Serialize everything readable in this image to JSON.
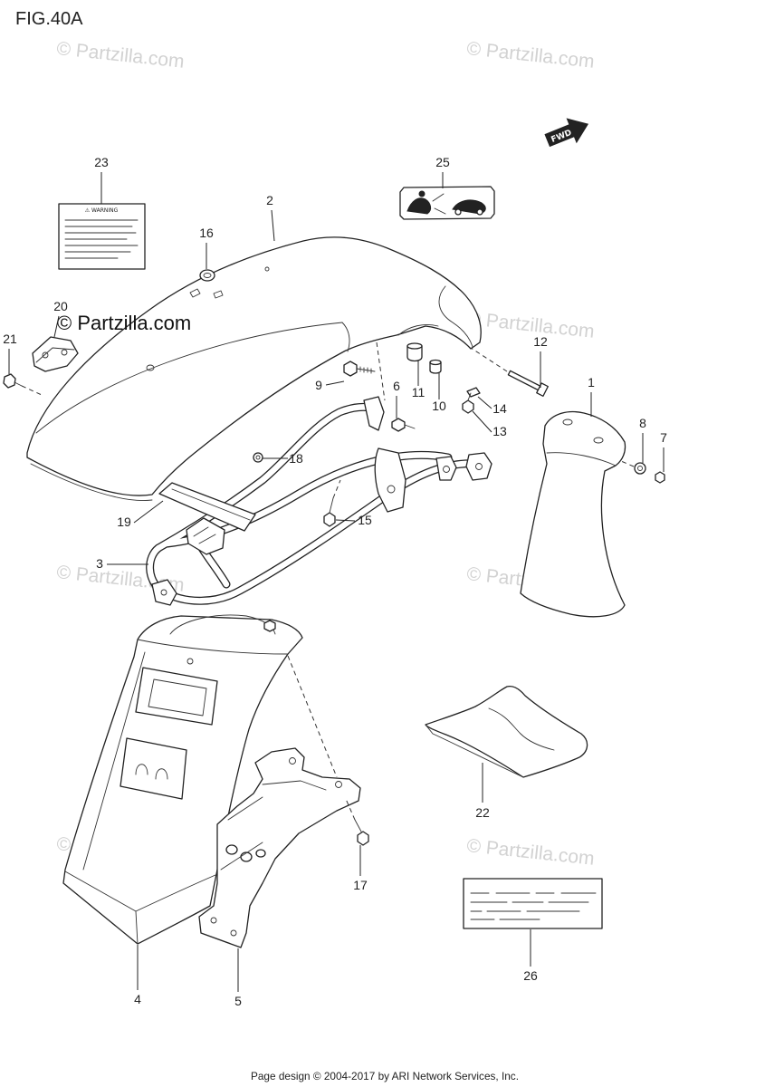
{
  "figure": {
    "title": "FIG.40A",
    "direction_label": "FWD",
    "warning_label_heading": "⚠ WARNING"
  },
  "watermark": {
    "text": "© Partzilla.com"
  },
  "callouts": {
    "part_1": "1",
    "part_2": "2",
    "part_3": "3",
    "part_4": "4",
    "part_5": "5",
    "part_6": "6",
    "part_7": "7",
    "part_8": "8",
    "part_9": "9",
    "part_10": "10",
    "part_11": "11",
    "part_12": "12",
    "part_13": "13",
    "part_14": "14",
    "part_15": "15",
    "part_16": "16",
    "part_17": "17",
    "part_18": "18",
    "part_19": "19",
    "part_20": "20",
    "part_21": "21",
    "part_22": "22",
    "part_23": "23",
    "part_25": "25",
    "part_26": "26"
  },
  "footer": {
    "text": "Page design © 2004-2017 by ARI Network Services, Inc."
  },
  "colors": {
    "line": "#222222",
    "watermark": "#d2d2d2",
    "background": "#ffffff"
  }
}
